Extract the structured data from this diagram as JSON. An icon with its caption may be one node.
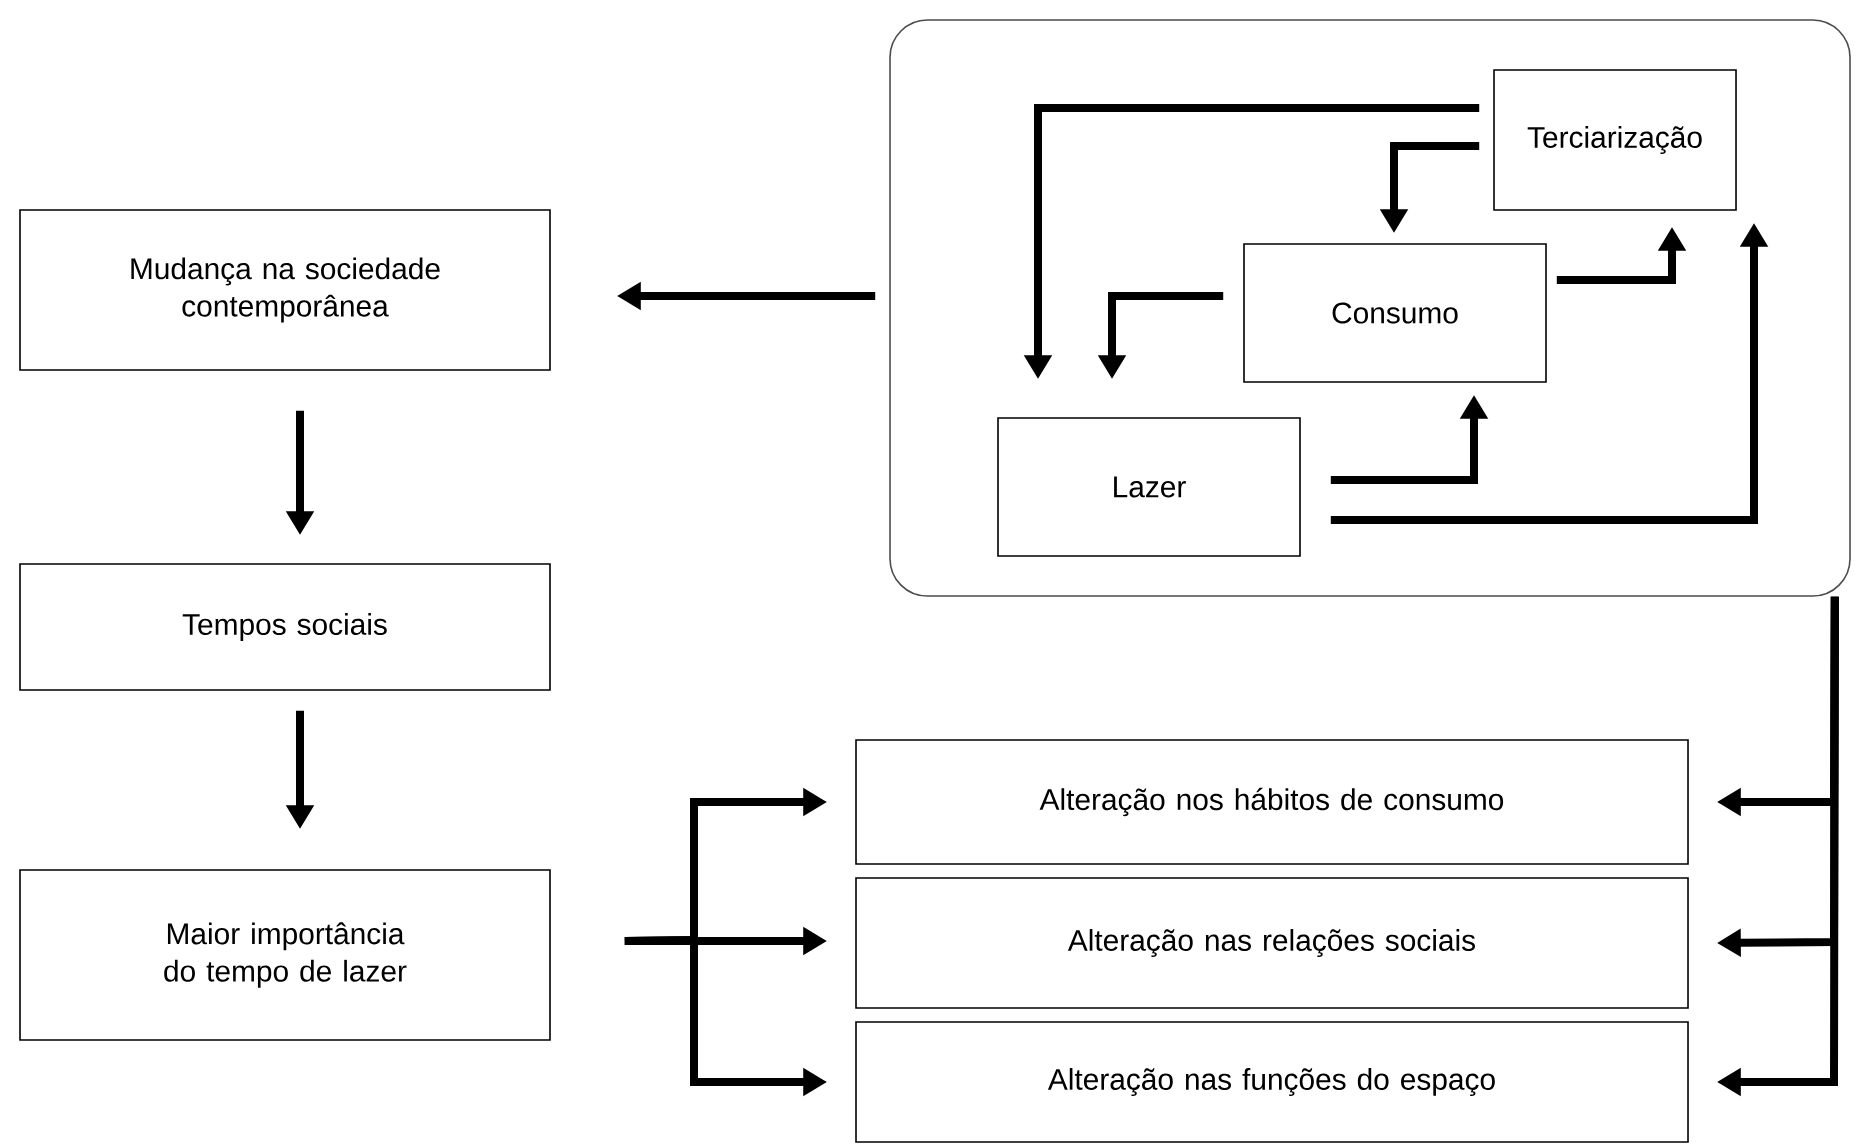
{
  "diagram": {
    "nodes": [
      {
        "text": [
          "Mudança na sociedade contemporânea"
        ]
      },
      {
        "text": [
          "Tempos sociais"
        ]
      },
      {
        "text": [
          "Maior importância do tempo de lazer"
        ]
      },
      {
        "text": [],
        "shape": "box"
      },
      {
        "text": [
          "Terciarização"
        ],
        "in": 3
      },
      {
        "text": [
          "Consumo"
        ],
        "in": 3
      },
      {
        "text": [
          "Lazer"
        ],
        "in": 3
      },
      {
        "text": [
          "Alteração nos hábitos de consumo"
        ]
      },
      {
        "text": [
          "Alteração nas relações sociais"
        ]
      },
      {
        "text": [
          "Alteração nas funções do espaço"
        ]
      }
    ],
    "edges": [
      {
        "from": 3,
        "to": 0,
        "arrow": "to"
      },
      {
        "from": 0,
        "to": 1,
        "arrow": "to"
      },
      {
        "from": 1,
        "to": 2,
        "arrow": "to"
      },
      {
        "from": 2,
        "to": 7,
        "arrow": "to"
      },
      {
        "from": 2,
        "to": 8,
        "arrow": "to"
      },
      {
        "from": 2,
        "to": 9,
        "arrow": "to"
      },
      {
        "from": 3,
        "to": 7,
        "arrow": "to"
      },
      {
        "from": 3,
        "to": 8,
        "arrow": "to"
      },
      {
        "from": 3,
        "to": 9,
        "arrow": "to"
      },
      {
        "from": 4,
        "to": 6,
        "arrow": "to"
      },
      {
        "from": 4,
        "to": 5,
        "arrow": "to"
      },
      {
        "from": 5,
        "to": 6,
        "arrow": "to"
      },
      {
        "from": 5,
        "to": 4,
        "arrow": "to"
      },
      {
        "from": 6,
        "to": 5,
        "arrow": "to"
      },
      {
        "from": 6,
        "to": 4,
        "arrow": "to"
      }
    ]
  }
}
